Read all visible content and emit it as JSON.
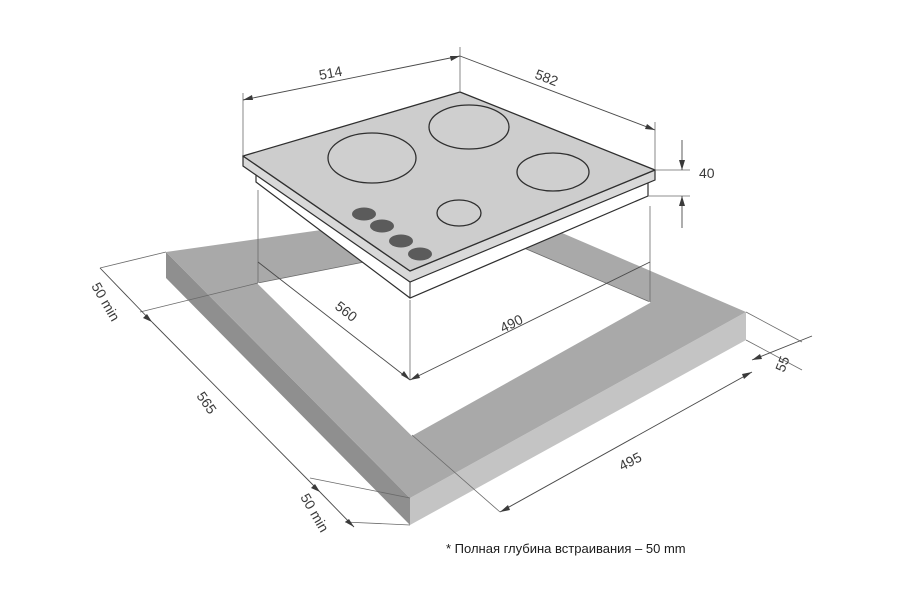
{
  "colors": {
    "counter_top": "#a9a9a9",
    "counter_front_left": "#8f8f8f",
    "counter_front_right": "#c4c4c4",
    "hob_top": "#cdcdcd",
    "hob_edge": "#d9d9d9",
    "hob_body": "#ffffff",
    "burner": "#cfcfcf",
    "knob": "#5b5b5b",
    "outline": "#2f2f2f"
  },
  "dimensions": {
    "width_514": "514",
    "depth_582": "582",
    "height_40": "40",
    "cutout_560": "560",
    "cutout_490": "490",
    "front_55": "55",
    "margin_back": "50 min",
    "side_565": "565",
    "margin_front": "50 min",
    "front_495": "495"
  },
  "footnote": "* Полная глубина встраивания – 50 mm"
}
